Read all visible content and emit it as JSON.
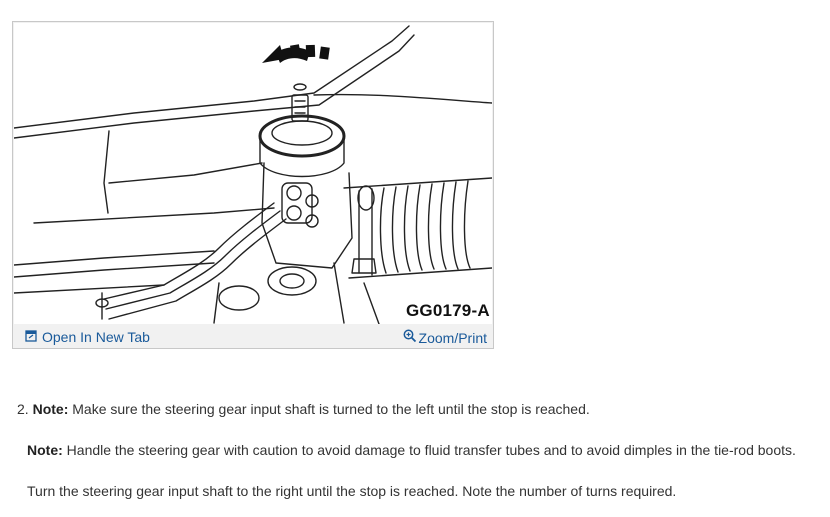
{
  "figure": {
    "code": "GG0179-A",
    "open_tab_label": "Open In New Tab",
    "zoom_print_label": "Zoom/Print"
  },
  "steps": [
    {
      "number": "2.",
      "note_label": "Note:",
      "text": " Make sure the steering gear input shaft is turned to the left until the stop is reached."
    },
    {
      "note_label": "Note:",
      "text": " Handle the steering gear with caution to avoid damage to fluid transfer tubes and to avoid dimples in the tie-rod boots."
    },
    {
      "text": "Turn the steering gear input shaft to the right until the stop is reached. Note the number of turns required."
    }
  ],
  "colors": {
    "link": "#1a5a9a",
    "text": "#333333",
    "figure_border": "#c8c8c8",
    "figure_bar": "#f1f1f1"
  },
  "icons": {
    "open_tab": "open-new-tab-icon",
    "zoom": "zoom-magnifier-icon"
  }
}
